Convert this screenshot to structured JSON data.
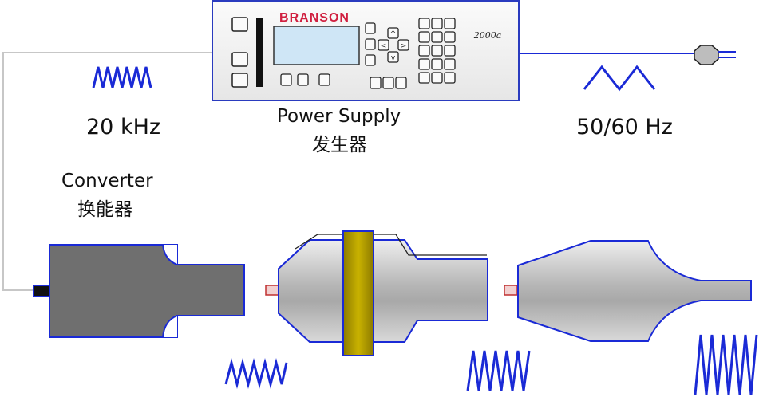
{
  "power_supply": {
    "brand": "BRANSON",
    "model": "2000a",
    "label_en": "Power Supply",
    "label_zh": "发生器"
  },
  "converter": {
    "label_en": "Converter",
    "label_zh": "换能器"
  },
  "frequencies": {
    "ultrasonic": "20 kHz",
    "mains": "50/60 Hz"
  },
  "colors": {
    "wave": "#1a2ad6",
    "outline": "#1a2ad6",
    "steel": "#c8c8c8",
    "converter_body": "#6f6f6f",
    "booster_ring": "#b8a000",
    "brand_text": "#d02040",
    "panel": "#f3f3f3",
    "screen": "#cfe6f6"
  },
  "icons": {
    "power_plug": "plug-icon",
    "button": "keypad-key"
  }
}
